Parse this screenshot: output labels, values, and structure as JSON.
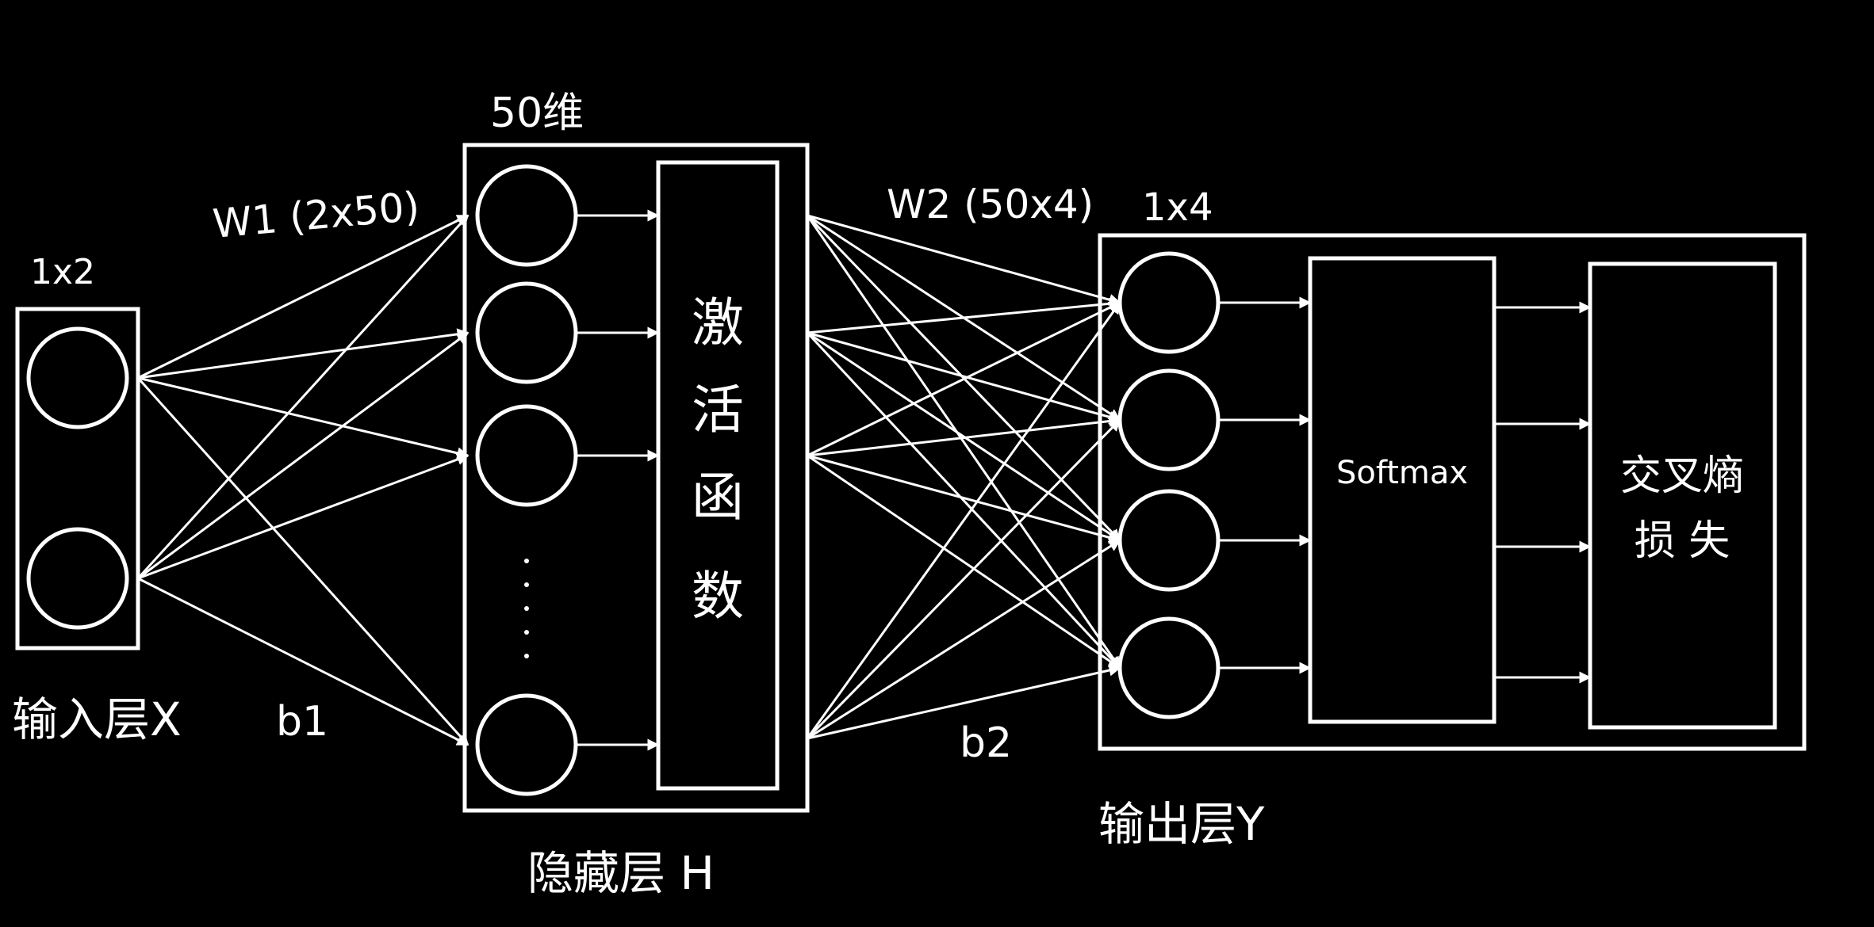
{
  "diagram": {
    "input": {
      "dim": "1x2",
      "label": "输入层X",
      "bias": "b1"
    },
    "weights1": "W1 (2x50)",
    "hidden": {
      "dim": "50维",
      "label": "隐藏层 H",
      "activation": [
        "激",
        "活",
        "函",
        "数"
      ]
    },
    "weights2": "W2 (50x4)",
    "bias2": "b2",
    "output": {
      "dim": "1x4",
      "label": "输出层Y",
      "softmax": "Softmax",
      "loss_line1": "交叉熵",
      "loss_line2": "损 失"
    },
    "colors": {
      "background": "#000000",
      "stroke": "#ffffff"
    }
  }
}
